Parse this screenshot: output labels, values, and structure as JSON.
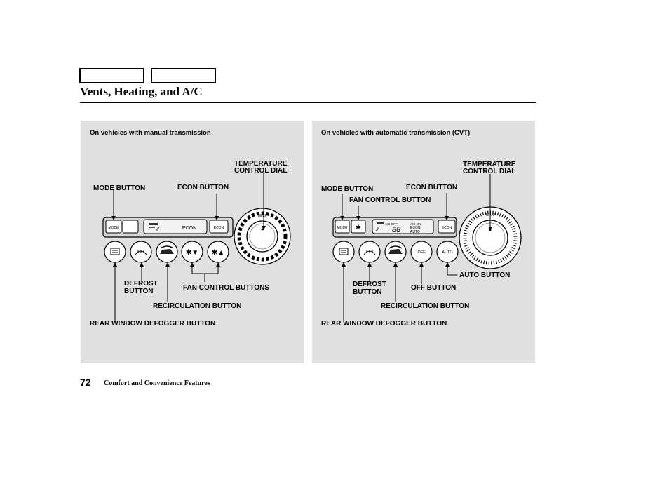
{
  "header": {
    "title": "Vents, Heating, and A/C"
  },
  "panels": {
    "manual": {
      "caption": "On vehicles with manual transmission",
      "labels": {
        "temp_line1": "TEMPERATURE",
        "temp_line2": "CONTROL DIAL",
        "mode": "MODE BUTTON",
        "econ": "ECON BUTTON",
        "defrost_line1": "DEFROST",
        "defrost_line2": "BUTTON",
        "fan_controls": "FAN CONTROL BUTTONS",
        "recirc": "RECIRCULATION BUTTON",
        "rear_defog": "REAR WINDOW DEFOGGER BUTTON"
      },
      "panel_text": {
        "mode": "MODE",
        "econ_display": "ECON",
        "econ_button": "ECON",
        "temp": "TEMP"
      }
    },
    "auto": {
      "caption": "On vehicles with automatic transmission (CVT)",
      "labels": {
        "temp_line1": "TEMPERATURE",
        "temp_line2": "CONTROL DIAL",
        "mode": "MODE BUTTON",
        "econ": "ECON BUTTON",
        "fan": "FAN CONTROL BUTTON",
        "auto_btn": "AUTO BUTTON",
        "defrost_line1": "DEFROST",
        "defrost_line2": "BUTTON",
        "off_btn": "OFF BUTTON",
        "recirc": "RECIRCULATION BUTTON",
        "rear_defog": "REAR WINDOW DEFOGGER BUTTON"
      },
      "panel_text": {
        "mode": "MODE",
        "econ_button": "ECON",
        "temp": "TEMP",
        "ac_off": "A/C OFF",
        "ac_on": "A/C ON",
        "digits": "88",
        "econ_display": "ECON",
        "auto_display": "AUTO",
        "off": "OFF",
        "auto": "AUTO"
      }
    }
  },
  "footer": {
    "page_number": "72",
    "section": "Comfort and Convenience Features"
  }
}
